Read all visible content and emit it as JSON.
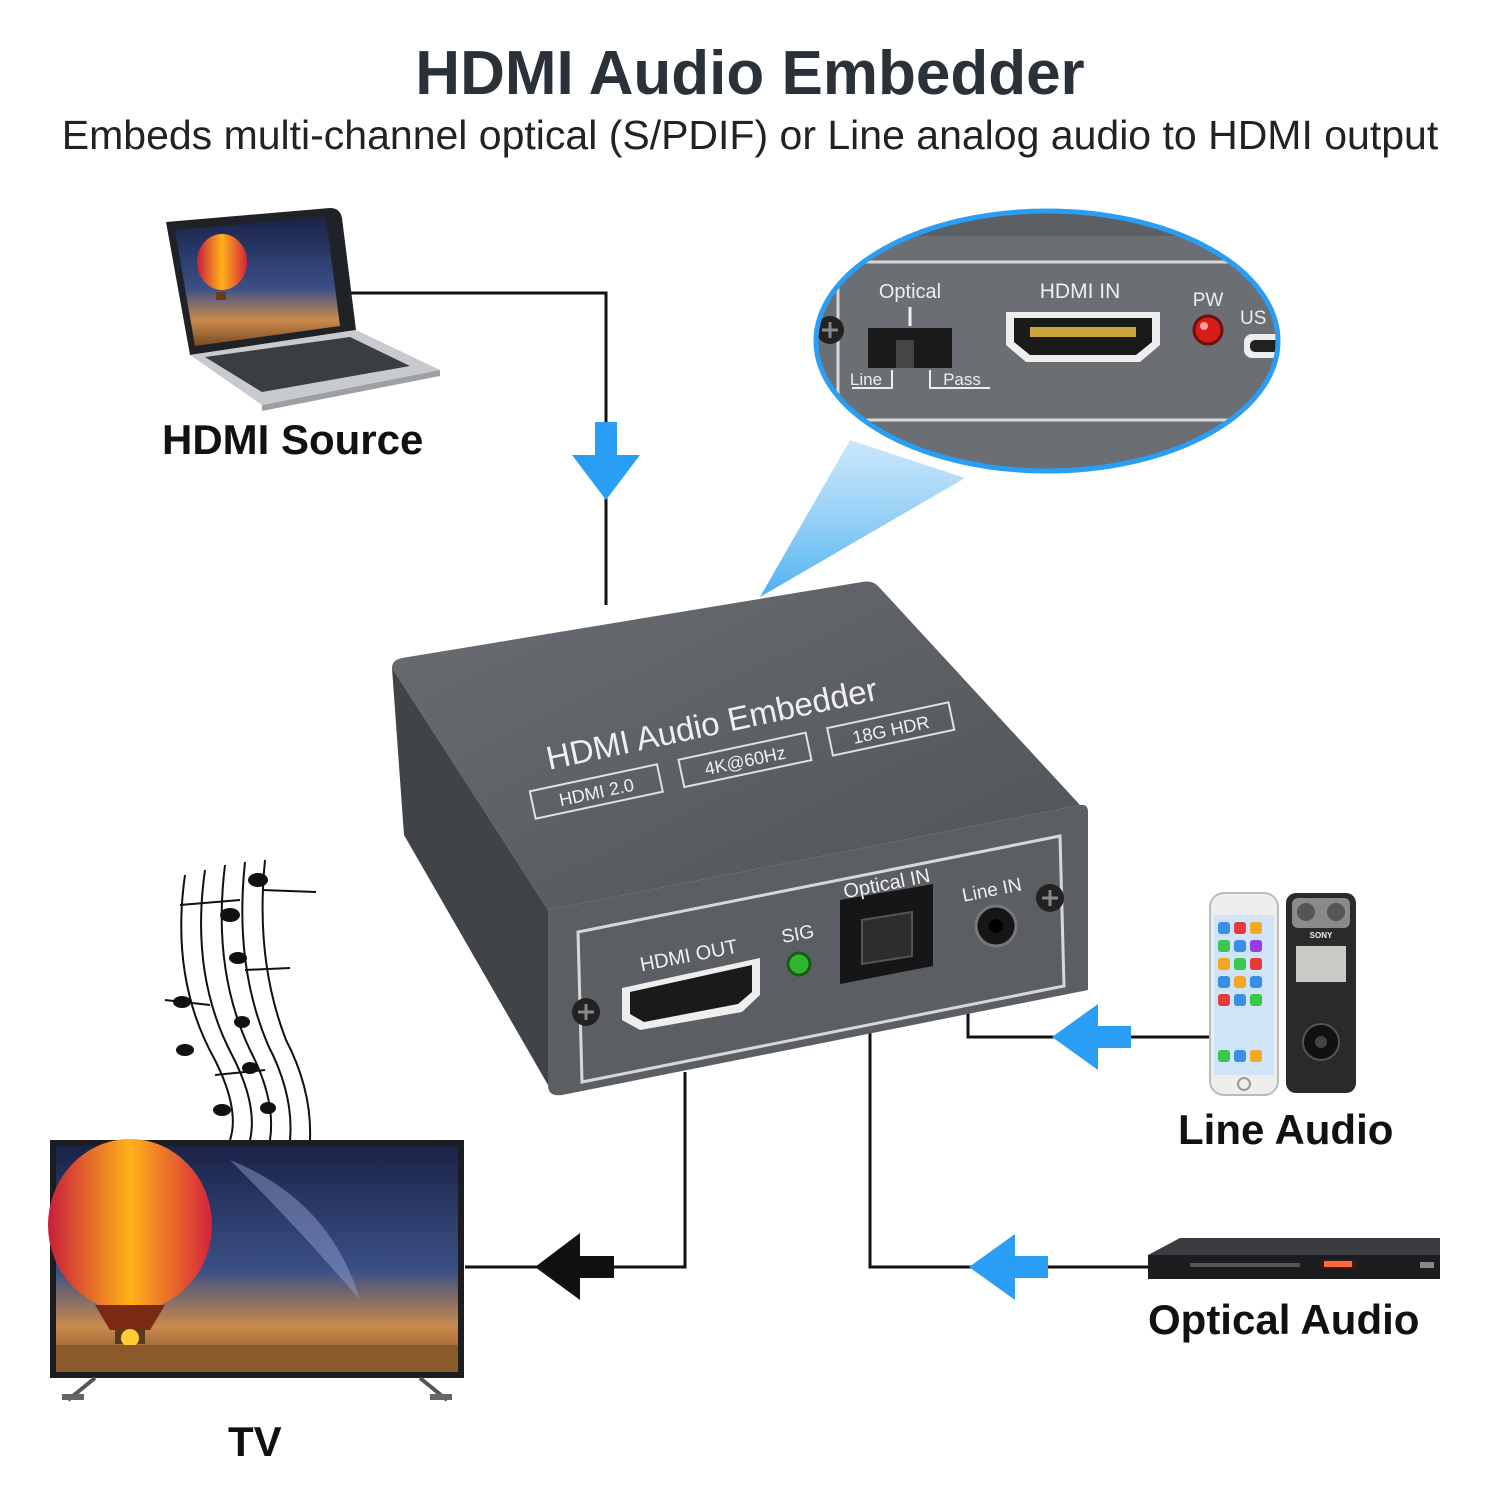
{
  "header": {
    "title": "HDMI Audio Embedder",
    "subtitle": "Embeds multi-channel optical (S/PDIF) or Line analog audio to HDMI output"
  },
  "labels": {
    "hdmi_source": "HDMI Source",
    "line_audio": "Line Audio",
    "optical_audio": "Optical Audio",
    "tv": "TV"
  },
  "device": {
    "top_name": "HDMI Audio Embedder",
    "badges": [
      "HDMI 2.0",
      "4K@60Hz",
      "18G HDR"
    ],
    "front_ports": {
      "hdmi_out": "HDMI OUT",
      "sig": "SIG",
      "optical_in": "Optical IN",
      "line_in": "Line IN"
    }
  },
  "zoom": {
    "optical": "Optical",
    "line": "Line",
    "pass": "Pass",
    "hdmi_in": "HDMI IN",
    "pw": "PW",
    "usb": "US"
  },
  "recorder_brand": "SONY",
  "colors": {
    "arrow_blue": "#2a9df4",
    "device_grey": "#55595e",
    "title_text": "#2b3138",
    "sig_led": "#2fb52f",
    "pw_led": "#d81b1b"
  },
  "icons": [
    "laptop-icon",
    "tv-icon",
    "smartphone-icon",
    "voice-recorder-icon",
    "dvd-player-icon",
    "music-notes-icon"
  ]
}
